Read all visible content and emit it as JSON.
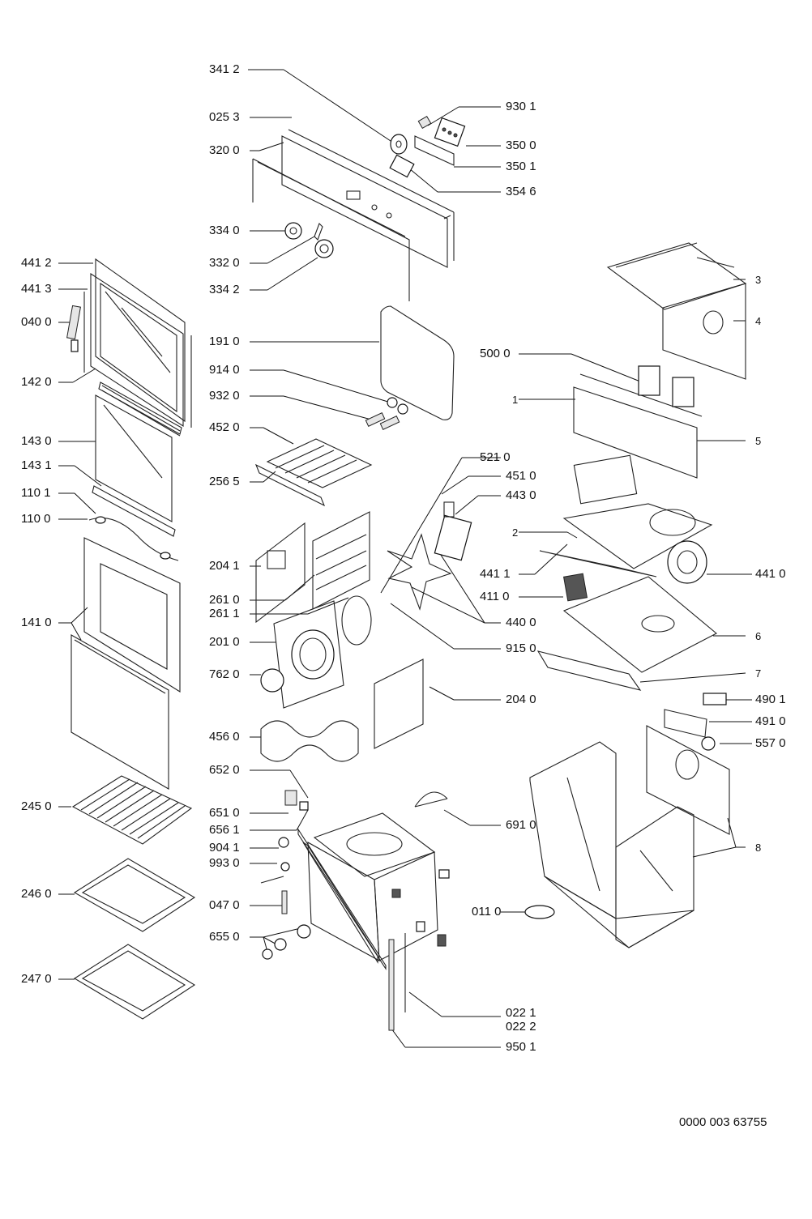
{
  "diagram": {
    "document_number": "0000 003 63755",
    "callouts": [
      "341 2",
      "025 3",
      "320 0",
      "930 1",
      "350 0",
      "350 1",
      "354 6",
      "334 0",
      "332 0",
      "334 2",
      "441 2",
      "441 3",
      "040 0",
      "142 0",
      "143 0",
      "143 1",
      "110 1",
      "110 0",
      "141 0",
      "245 0",
      "246 0",
      "247 0",
      "191 0",
      "914 0",
      "932 0",
      "452 0",
      "256 5",
      "204 1",
      "261 0",
      "261 1",
      "201 0",
      "762 0",
      "456 0",
      "652 0",
      "651 0",
      "656 1",
      "904 1",
      "993 0",
      "047 0",
      "655 0",
      "521 0",
      "451 0",
      "443 0",
      "915 0",
      "204 0",
      "691 0",
      "022 1",
      "022 2",
      "950 1",
      "011 0",
      "500 0",
      "441 1",
      "411 0",
      "440 0",
      "441 0",
      "490 1",
      "491 0",
      "557 0",
      "3",
      "4",
      "1",
      "5",
      "2",
      "6",
      "7",
      "8"
    ]
  }
}
